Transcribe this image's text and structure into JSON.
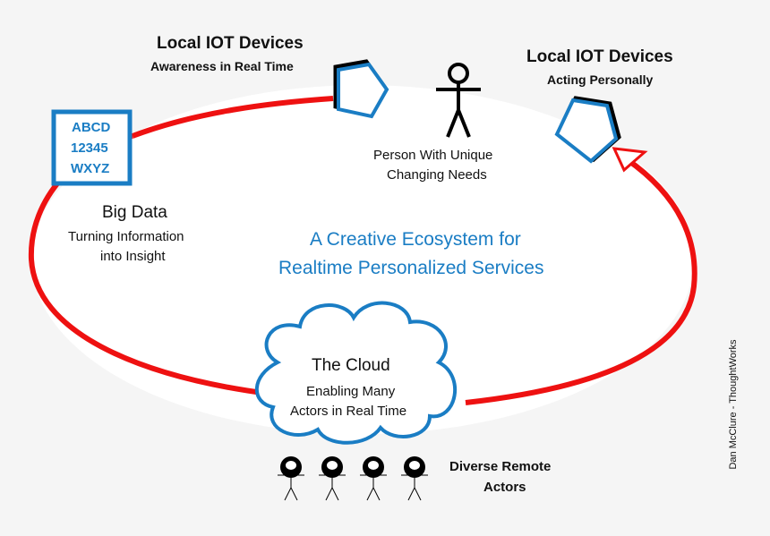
{
  "colors": {
    "background": "#f5f5f5",
    "cycle": "#ee1111",
    "accent": "#1a7dc4",
    "text": "#111111"
  },
  "iot_awareness": {
    "title": "Local IOT Devices",
    "subtitle": "Awareness in Real Time",
    "icon": "pentagon-sensor-icon"
  },
  "iot_acting": {
    "title": "Local IOT Devices",
    "subtitle": "Acting Personally",
    "icon": "pentagon-actuator-icon"
  },
  "person": {
    "icon": "stick-figure-icon",
    "line1": "Person With Unique",
    "line2": "Changing Needs"
  },
  "big_data": {
    "box_lines": [
      "ABCD",
      "12345",
      "WXYZ"
    ],
    "title": "Big Data",
    "line1": "Turning Information",
    "line2": "into Insight"
  },
  "center": {
    "line1": "A Creative Ecosystem for",
    "line2": "Realtime Personalized Services"
  },
  "cloud": {
    "title": "The Cloud",
    "line1": "Enabling Many",
    "line2": "Actors in Real Time"
  },
  "actors": {
    "count": 4,
    "icon": "remote-actor-icon",
    "line1": "Diverse Remote",
    "line2": "Actors"
  },
  "credit": "Dan McClure - ThoughtWorks"
}
